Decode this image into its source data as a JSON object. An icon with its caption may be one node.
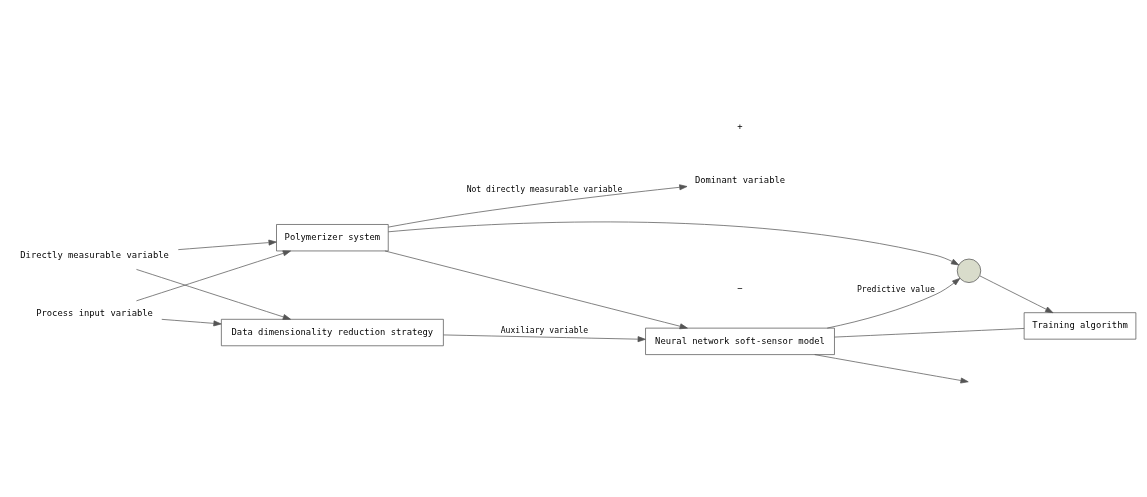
{
  "diagram": {
    "nodes": [
      {
        "text": [
          "Directly measurable variable"
        ]
      },
      {
        "text": [
          "Process input variable"
        ]
      },
      {
        "text": [
          "Polymerizer system"
        ]
      },
      {
        "text": [
          "Data dimensionality reduction strategy"
        ]
      },
      {
        "text": [
          "Neural network soft-sensor model"
        ]
      },
      {
        "text": [],
        "shape": "circle"
      },
      {
        "text": [
          "Training algorithm"
        ]
      },
      {
        "text": [
          "Dominant variable"
        ]
      }
    ],
    "edges": [
      {
        "from": 0,
        "to": 2,
        "arrow": "to"
      },
      {
        "from": 1,
        "to": 2,
        "arrow": "to"
      },
      {
        "from": 0,
        "to": 3,
        "arrow": "to"
      },
      {
        "from": 1,
        "to": 3,
        "arrow": "to"
      },
      {
        "from": 2,
        "to": 7,
        "arrow": "to",
        "label": "Not directly measurable variable"
      },
      {
        "from": 2,
        "to": 4,
        "arrow": "to"
      },
      {
        "from": 2,
        "to": 5,
        "arrow": "to"
      },
      {
        "from": 3,
        "to": 4,
        "arrow": "to",
        "label": "Auxiliary variable"
      },
      {
        "from": 4,
        "to": 5,
        "arrow": "to",
        "label": "Predictive value"
      },
      {
        "from": 5,
        "to": 6,
        "arrow": "to"
      },
      {
        "from": 6,
        "to": 4,
        "arrow": "none"
      },
      {
        "from": 4,
        "to": null,
        "arrow": "to"
      }
    ],
    "labels": [
      "+",
      "−"
    ]
  }
}
